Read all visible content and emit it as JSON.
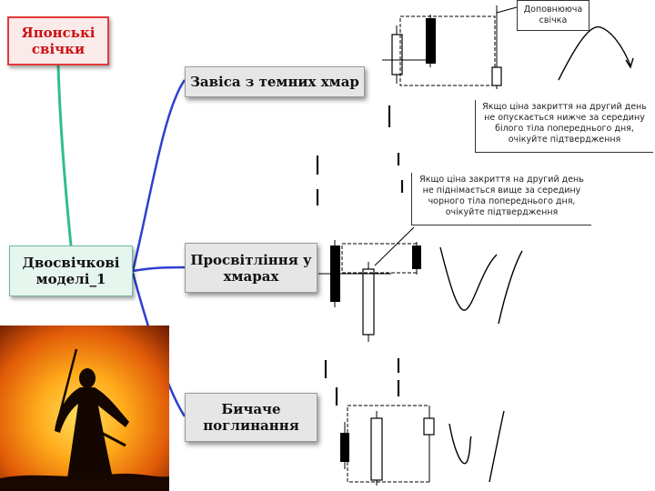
{
  "root_node": {
    "label": "Японські свічки"
  },
  "category_node": {
    "label": "Двосвічкові моделі_1"
  },
  "patterns": [
    {
      "label": "Завіса з темних хмар"
    },
    {
      "label": "Просвітління у хмарах"
    },
    {
      "label": "Бичаче поглинання"
    }
  ],
  "notes": {
    "confirming_candle": "Доповнююча свічка",
    "dark_cloud_note": "Якщо ціна закриття на другий день не опускається нижче за середину білого тіла попереднього дня, очікуйте підтвердження",
    "piercing_note": "Якщо ціна закриття на другий день не піднімається вище за середину чорного тіла попереднього дня, очікуйте підтвердження"
  },
  "photo": {
    "subject": "samurai-silhouette-at-sunset"
  },
  "colors": {
    "root_border": "#e23a3a",
    "root_text": "#cc1111",
    "category_fill": "#e5f6ef",
    "connector_green": "#2fbf8f",
    "connector_blue": "#2f3fd0",
    "leaf_fill": "#e6e6e6"
  }
}
